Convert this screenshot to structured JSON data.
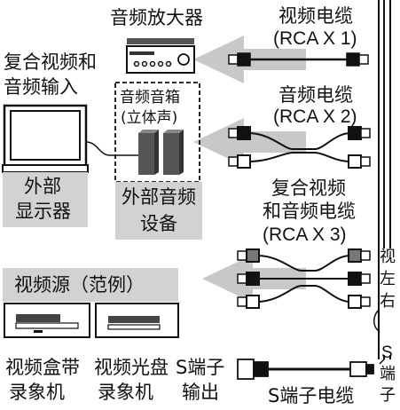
{
  "labels": {
    "amplifier": "音频放大器",
    "composite_input_line1": "复合视频和",
    "composite_input_line2": "音频输入",
    "speaker_line1": "音频音箱",
    "speaker_line2": "(立体声)",
    "display_line1": "外部",
    "display_line2": "显示器",
    "ext_audio_line1": "外部音频",
    "ext_audio_line2": "设备",
    "video_source_example": "视频源（范例）",
    "vcr_line1": "视频盒带",
    "vcr_line2": "录象机",
    "dvd_line1": "视频光盘",
    "dvd_line2": "录象机",
    "s_output_line1": "S端子",
    "s_output_line2": "输出"
  },
  "cables": {
    "video_cable_line1": "视频电缆",
    "video_cable_line2": "(RCA X 1)",
    "audio_cable_line1": "音频电缆",
    "audio_cable_line2": "(RCA X 2)",
    "composite_cable_line1": "复合视频",
    "composite_cable_line2": "和音频电缆",
    "composite_cable_line3": "(RCA X 3)",
    "s_cable": "S端子电缆"
  },
  "edge_labels": {
    "video": "视",
    "left": "左",
    "right": "右",
    "s": "S",
    "terminal": "端",
    "sub": "子"
  },
  "colors": {
    "gray_panel": "#d2d2d2",
    "arrow": "#c8c8c8",
    "ink": "#111111"
  }
}
